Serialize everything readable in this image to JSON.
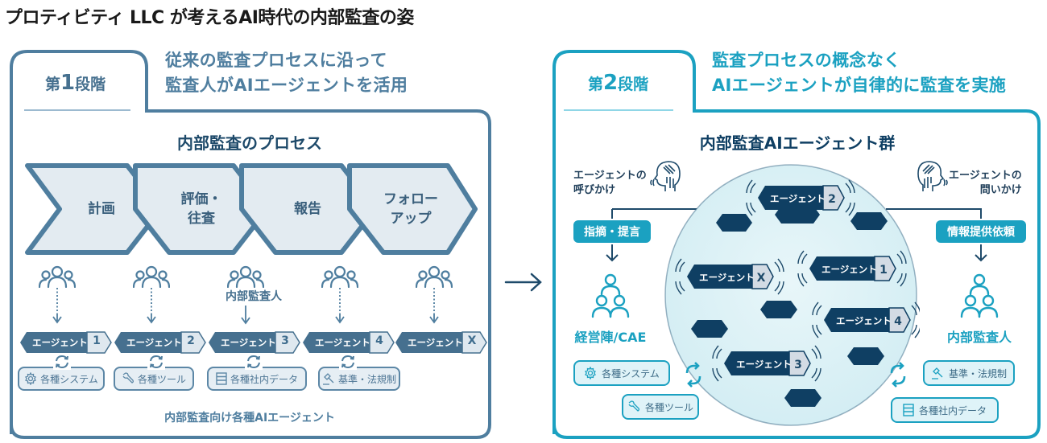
{
  "title": "プロティビティ LLC が考えるAI時代の内部監査の姿",
  "stage1": {
    "stage_prefix": "第",
    "stage_number": "1",
    "stage_suffix": "段階",
    "headline_line1": "従来の監査プロセスに沿って",
    "headline_line2": "監査人がAIエージェントを活用",
    "section_title": "内部監査のプロセス",
    "process_steps": [
      {
        "line1": "計画",
        "line2": ""
      },
      {
        "line1": "評価・",
        "line2": "往査"
      },
      {
        "line1": "報告",
        "line2": ""
      },
      {
        "line1": "フォロー",
        "line2": "アップ"
      }
    ],
    "auditor_label": "内部監査人",
    "agents": [
      {
        "label": "エージェント",
        "id": "1",
        "resource": "各種システム",
        "resource_icon": "gear-icon"
      },
      {
        "label": "エージェント",
        "id": "2",
        "resource": "各種ツール",
        "resource_icon": "wrench-icon"
      },
      {
        "label": "エージェント",
        "id": "3",
        "resource": "各種社内データ",
        "resource_icon": "database-icon"
      },
      {
        "label": "エージェント",
        "id": "4",
        "resource": "基準・法規制",
        "resource_icon": "gavel-icon"
      },
      {
        "label": "エージェント",
        "id": "X",
        "resource": "",
        "resource_icon": ""
      }
    ],
    "footer_note": "内部監査向け各種AIエージェント"
  },
  "stage2": {
    "stage_prefix": "第",
    "stage_number": "2",
    "stage_suffix": "段階",
    "headline_line1": "監査プロセスの概念なく",
    "headline_line2": "AIエージェントが自律的に監査を実施",
    "section_title": "内部監査AIエージェント群",
    "left_bubble_line1": "エージェントの",
    "left_bubble_line2": "呼びかけ",
    "right_bubble_line1": "エージェントの",
    "right_bubble_line2": "問いかけ",
    "left_pill": "指摘・提言",
    "right_pill": "情報提供依頼",
    "left_role": "経営陣/CAE",
    "right_role": "内部監査人",
    "agents": [
      {
        "label": "エージェント",
        "id": "2"
      },
      {
        "label": "エージェント",
        "id": "X"
      },
      {
        "label": "エージェント",
        "id": "1"
      },
      {
        "label": "エージェント",
        "id": "4"
      },
      {
        "label": "エージェント",
        "id": "3"
      }
    ],
    "left_resources": [
      {
        "label": "各種システム",
        "icon": "gear-icon"
      },
      {
        "label": "各種ツール",
        "icon": "wrench-icon"
      }
    ],
    "right_resources": [
      {
        "label": "基準・法規制",
        "icon": "gavel-icon"
      },
      {
        "label": "各種社内データ",
        "icon": "database-icon"
      }
    ]
  },
  "colors": {
    "stage1_primary": "#4f7e9f",
    "stage1_dark": "#3f6d8e",
    "stage2_accent": "#1ba1c1",
    "stage2_navy": "#0f3f63",
    "circle_fill": "#d9f0f5"
  }
}
